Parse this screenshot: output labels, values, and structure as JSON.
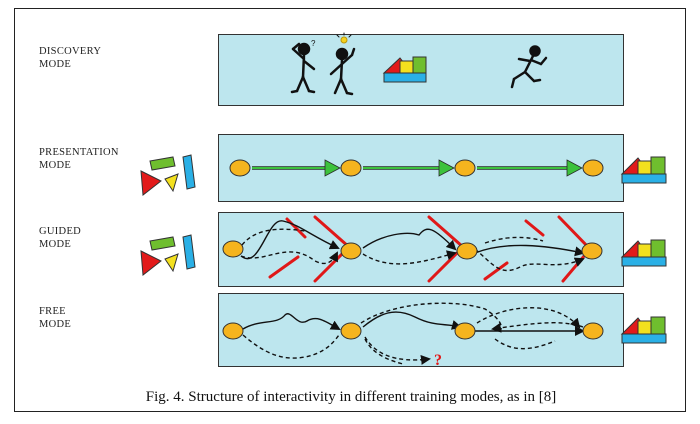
{
  "modes": [
    {
      "label": "DISCOVERY\nMODE"
    },
    {
      "label": "PRESENTATION\nMODE"
    },
    {
      "label": "GUIDED\nMODE"
    },
    {
      "label": "FREE\nMODE"
    }
  ],
  "free_mode_unknown_marker": "?",
  "caption": "Fig. 4. Structure of interactivity in different training modes, as in [8]",
  "colors": {
    "panel": "#bde6ee",
    "node": "#f5b41e",
    "arrow_green": "#3cc23c",
    "barrier_red": "#e01818",
    "question_red": "#e01818"
  },
  "icons": [
    "confused-person-icon",
    "idea-person-icon",
    "running-person-icon",
    "colored-blocks-icon",
    "scattered-shapes-icon",
    "assembled-shapes-icon"
  ]
}
